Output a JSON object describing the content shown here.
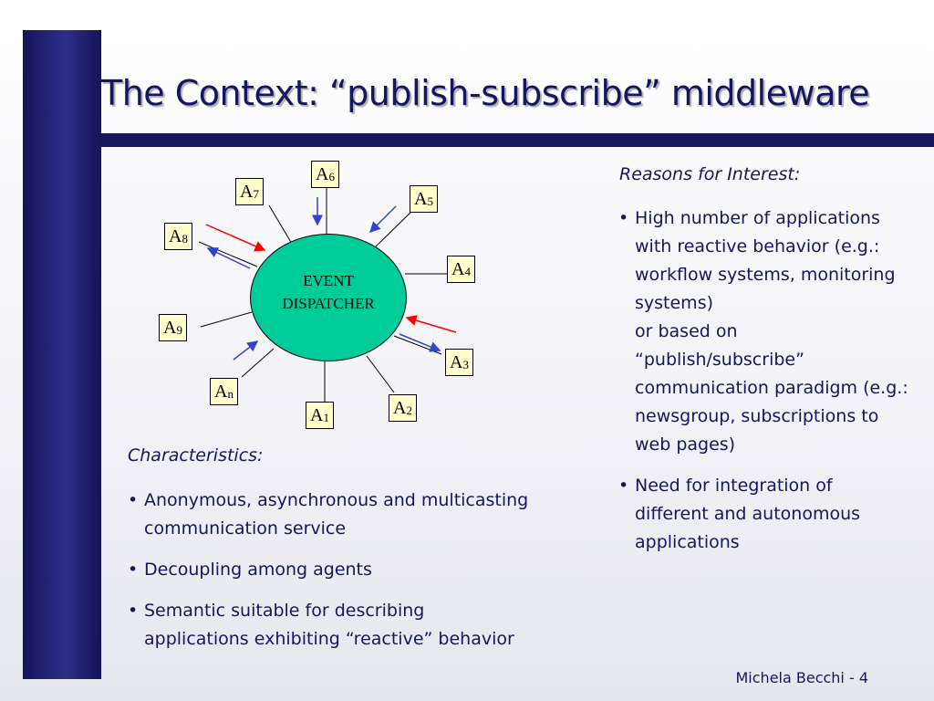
{
  "slide": {
    "title": "The Context: “publish-subscribe” middleware",
    "footer": "Michela Becchi - 4"
  },
  "diagram": {
    "hub_lines": [
      "EVENT",
      "DISPATCHER"
    ],
    "hub_color": "#00cc99",
    "node_fill": "#ffffcc",
    "publish_arrow_color": "#ff0000",
    "subscribe_arrow_color": "#3344cc",
    "nodes": [
      {
        "letter": "A",
        "sub": "6"
      },
      {
        "letter": "A",
        "sub": "7"
      },
      {
        "letter": "A",
        "sub": "5"
      },
      {
        "letter": "A",
        "sub": "8"
      },
      {
        "letter": "A",
        "sub": "4"
      },
      {
        "letter": "A",
        "sub": "9"
      },
      {
        "letter": "A",
        "sub": "3"
      },
      {
        "letter": "A",
        "sub": "n"
      },
      {
        "letter": "A",
        "sub": "2"
      },
      {
        "letter": "A",
        "sub": "1"
      }
    ]
  },
  "characteristics": {
    "heading": "Characteristics:",
    "items": [
      "Anonymous, asynchronous and multicasting communication service",
      "Decoupling among agents",
      "Semantic  suitable for describing applications exhibiting “reactive” behavior"
    ]
  },
  "reasons": {
    "heading": "Reasons for Interest:",
    "items": [
      "High number of applications with reactive behavior (e.g.: workflow systems, monitoring systems)\nor based on “publish/subscribe” communication paradigm (e.g.: newsgroup, subscriptions to web pages)",
      "Need for integration of different and autonomous applications"
    ]
  },
  "bullet_char": "•"
}
